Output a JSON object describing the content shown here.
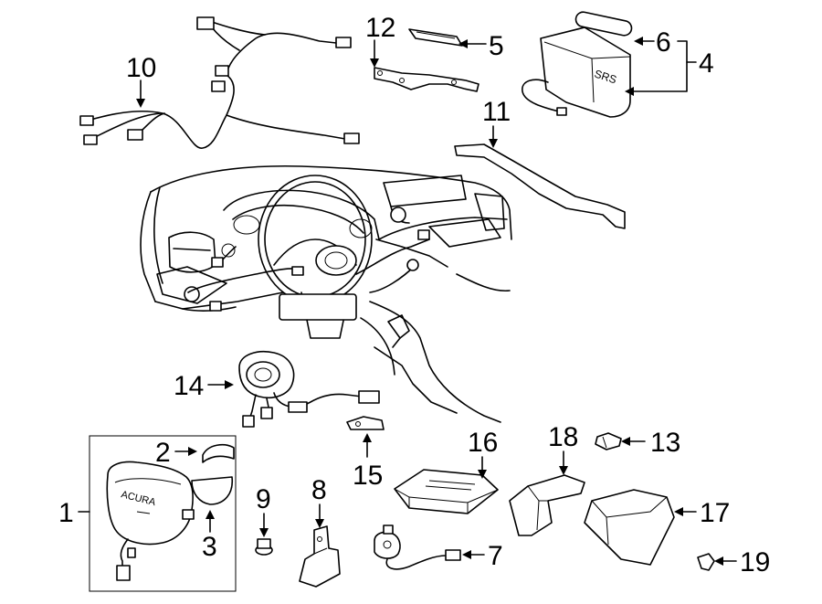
{
  "diagram": {
    "callouts": {
      "c1": "1",
      "c2": "2",
      "c3": "3",
      "c4": "4",
      "c5": "5",
      "c6": "6",
      "c7": "7",
      "c8": "8",
      "c9": "9",
      "c10": "10",
      "c11": "11",
      "c12": "12",
      "c13": "13",
      "c14": "14",
      "c15": "15",
      "c16": "16",
      "c17": "17",
      "c18": "18",
      "c19": "19"
    },
    "embossed": {
      "airbag_label": "SRS",
      "wheel_emblem": "ACURA"
    }
  }
}
